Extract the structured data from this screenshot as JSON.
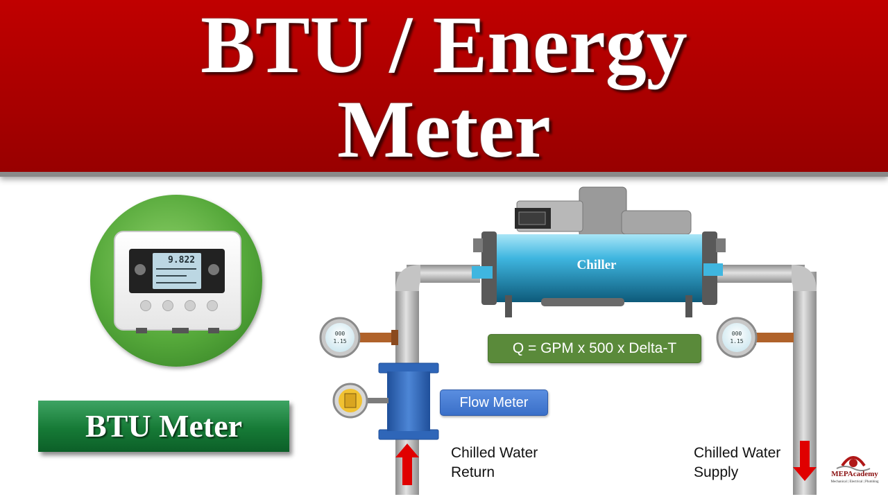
{
  "title": {
    "line1": "BTU / Energy",
    "line2": "Meter"
  },
  "btu_meter_label": "BTU Meter",
  "device_display": {
    "reading": "9.822"
  },
  "chiller_label": "Chiller",
  "formula": "Q = GPM x 500 x Delta-T",
  "flow_meter_label": "Flow Meter",
  "return_label": {
    "line1": "Chilled Water",
    "line2": "Return"
  },
  "supply_label": {
    "line1": "Chilled Water",
    "line2": "Supply"
  },
  "gauge_reading": {
    "top": "000",
    "bottom": "1.15"
  },
  "logo": {
    "name": "MEPAcademy",
    "tagline": "Mechanical | Electrical | Plumbing"
  },
  "colors": {
    "banner": "#b00000",
    "pipe": "#bdbdbd",
    "chiller_shell": "#3fb6e0",
    "formula_box": "#5a8a3a",
    "flow_box": "#4a7fd6",
    "arrow": "#e00000",
    "btu_label": "#1a7f3c"
  },
  "icons": [
    "temperature-gauge-icon",
    "flow-meter-icon",
    "arrow-up-icon",
    "arrow-down-icon",
    "btu-meter-device-icon"
  ]
}
